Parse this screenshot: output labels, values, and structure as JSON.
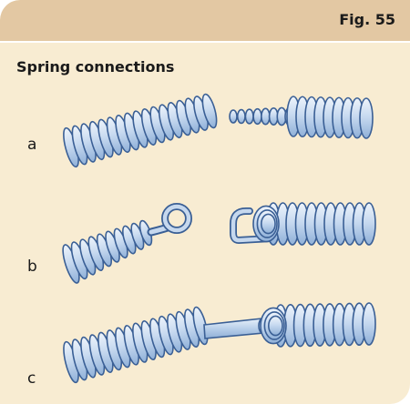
{
  "figure": {
    "number": "Fig. 55",
    "title": "Spring connections"
  },
  "rows": [
    {
      "label": "a"
    },
    {
      "label": "b"
    },
    {
      "label": "c"
    }
  ],
  "colors": {
    "background": "#f8ecd2",
    "header": "#e3c8a3",
    "spring_fill": "#c6d8ee",
    "spring_stroke": "#3a5f95"
  }
}
